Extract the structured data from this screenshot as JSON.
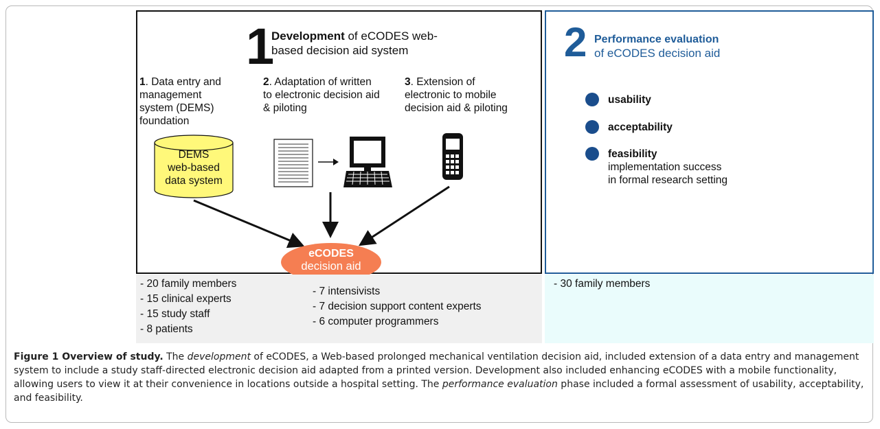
{
  "development": {
    "number": "1",
    "title_bold": "Development",
    "title_line1": " of eCODES web-",
    "title_line2": "based decision aid system",
    "steps": [
      {
        "num": "1",
        "lines": [
          ". Data entry and",
          "management",
          "system (DEMS)",
          "foundation"
        ]
      },
      {
        "num": "2",
        "lines": [
          ". Adaptation of written",
          "to electronic decision aid",
          "& piloting"
        ]
      },
      {
        "num": "3",
        "lines": [
          ". Extension of",
          "electronic to mobile",
          "decision aid & piloting"
        ]
      }
    ],
    "dems_label": [
      "DEMS",
      "web-based",
      "data system"
    ],
    "ecodes_bold": "eCODES",
    "ecodes_sub": "decision aid"
  },
  "evaluation": {
    "number": "2",
    "title_line1": "Performance evaluation",
    "title_line2": "of eCODES decision aid",
    "criteria": [
      {
        "label": "usability",
        "sub": []
      },
      {
        "label": "acceptability",
        "sub": []
      },
      {
        "label": "feasibility",
        "sub": [
          "implementation success",
          "in formal research setting"
        ]
      }
    ]
  },
  "participants": {
    "development_col1": [
      "- 20 family members",
      "- 15 clinical experts",
      "- 15 study staff",
      "- 8 patients"
    ],
    "development_col2": [
      "- 7 intensivists",
      "- 7 decision support content experts",
      "- 6 computer programmers"
    ],
    "evaluation": [
      "- 30 family members"
    ]
  },
  "caption": {
    "label": "Figure 1 Overview of study.",
    "t1": " The ",
    "em1": "development",
    "t2": " of eCODES, a Web-based prolonged mechanical ventilation decision aid, included extension of a data entry and management system to include a study staff-directed electronic decision aid adapted from a printed version. Development also included enhancing eCODES with a mobile functionality, allowing users to view it at their convenience in locations outside a hospital setting. The ",
    "em2": "performance evaluation",
    "t3": " phase included a formal assessment of usability, acceptability, and feasibility."
  },
  "colors": {
    "dems_fill": "#fff87a",
    "ecodes_fill": "#f57e52",
    "evaluation_blue": "#1f5c99",
    "dot_blue": "#1a4d8c",
    "grey_panel": "#f0f0f0",
    "cyan_panel": "#eafcfc"
  }
}
